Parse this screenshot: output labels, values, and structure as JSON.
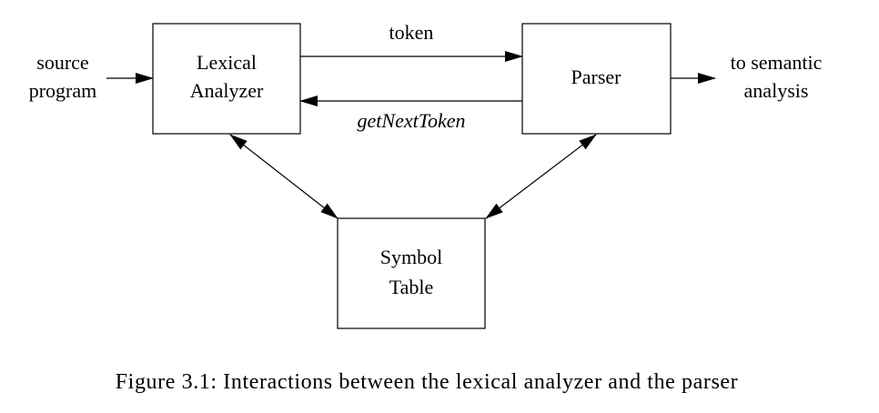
{
  "diagram": {
    "input": {
      "line1": "source",
      "line2": "program"
    },
    "lexer": {
      "line1": "Lexical",
      "line2": "Analyzer"
    },
    "parser": {
      "label": "Parser"
    },
    "output": {
      "line1": "to semantic",
      "line2": "analysis"
    },
    "symbol_table": {
      "line1": "Symbol",
      "line2": "Table"
    },
    "edge_token": "token",
    "edge_get_next": "getNextToken"
  },
  "caption": "Figure 3.1: Interactions between the lexical analyzer and the parser",
  "colors": {
    "stroke": "#000000",
    "background": "#ffffff"
  }
}
